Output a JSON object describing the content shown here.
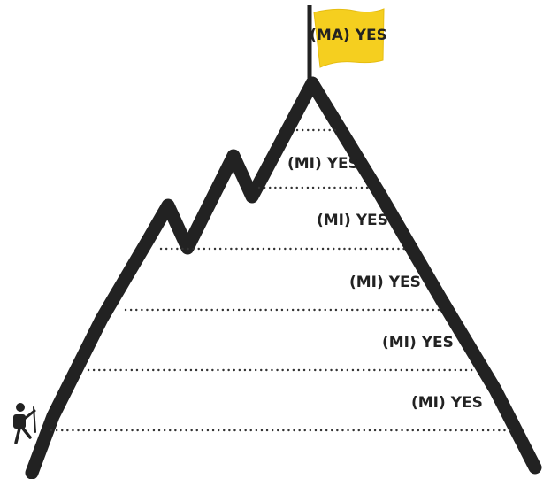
{
  "flag": {
    "label": "(MA) YES",
    "color": "#f5cf1f"
  },
  "levels": [
    {
      "label": "(MI) YES"
    },
    {
      "label": "(MI) YES"
    },
    {
      "label": "(MI) YES"
    },
    {
      "label": "(MI) YES"
    },
    {
      "label": "(MI) YES"
    }
  ],
  "colors": {
    "ink": "#222222",
    "dots": "#333333"
  },
  "icons": {
    "climber": "hiker-climbing-icon",
    "flag": "summit-flag-icon"
  }
}
